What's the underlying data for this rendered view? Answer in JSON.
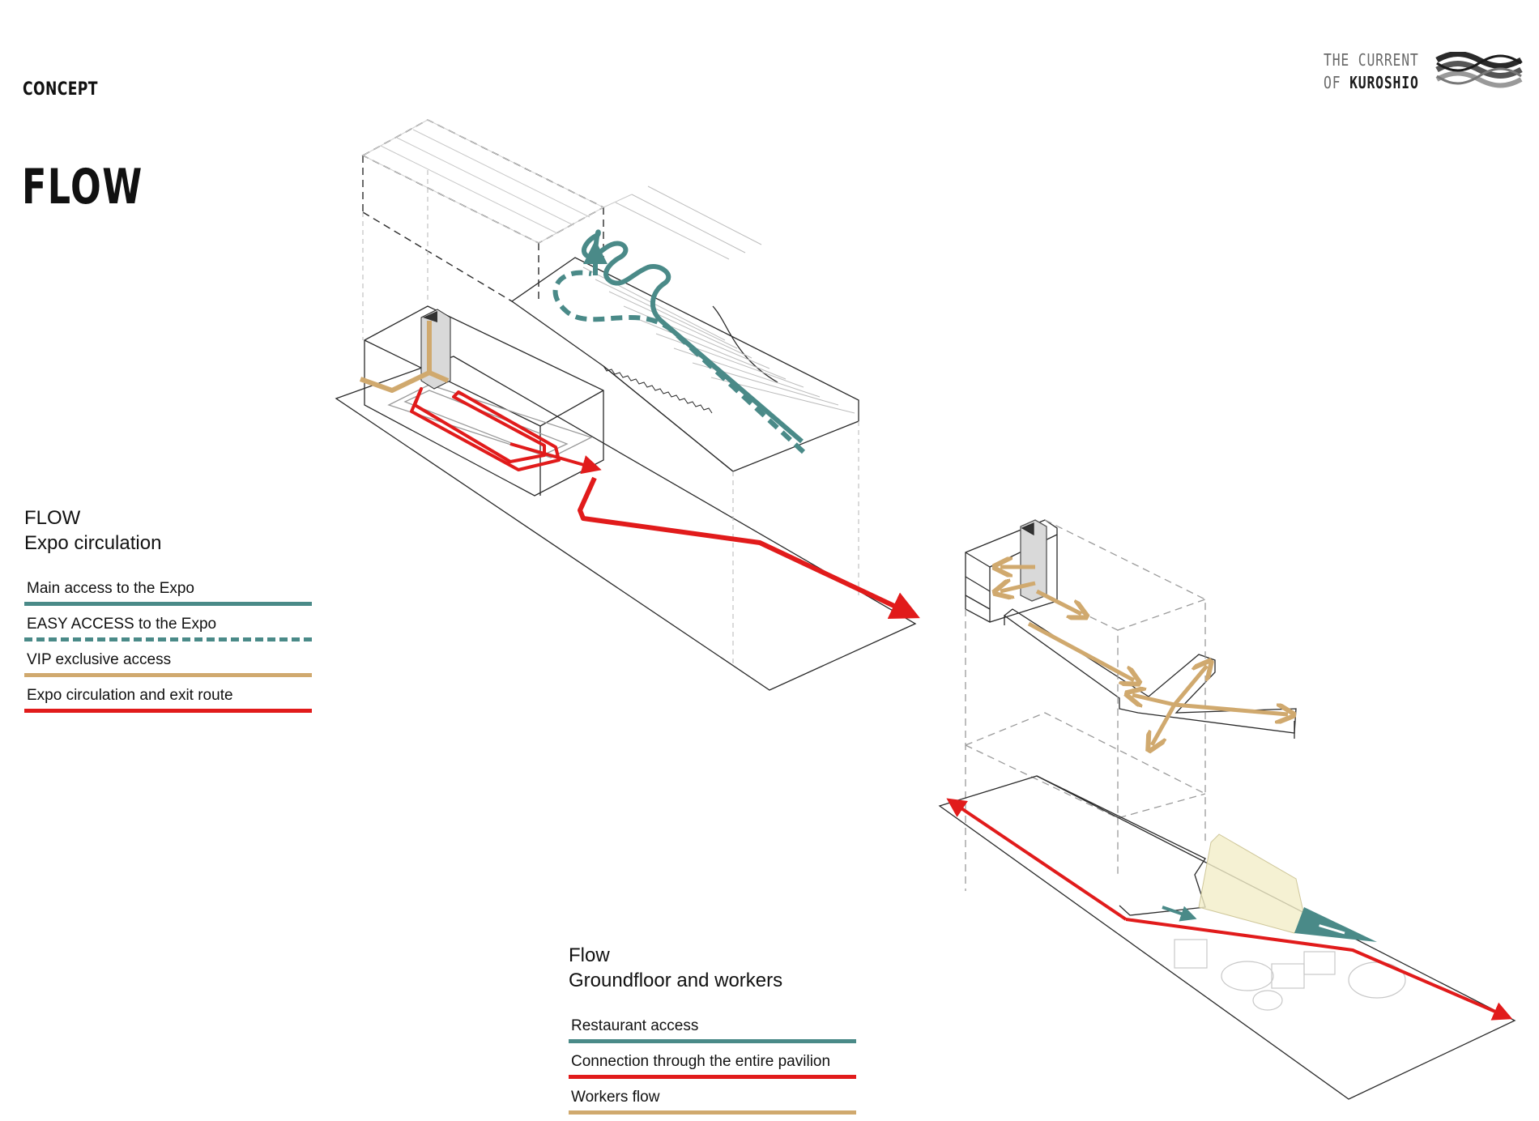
{
  "header": {
    "section_label": "CONCEPT",
    "page_title": "FLOW",
    "brand_line1": "THE CURRENT",
    "brand_line2_prefix": "OF ",
    "brand_line2_bold": "KUROSHIO"
  },
  "colors": {
    "teal": "#4a8a88",
    "tan": "#d0a96e",
    "red": "#e11b1b",
    "line_dark": "#2a2a2a",
    "line_light": "#b5b5b5"
  },
  "legend_expo": {
    "title_line1": "FLOW",
    "title_line2": "Expo circulation",
    "items": [
      {
        "label": "Main access to the Expo",
        "color": "#4a8a88",
        "style": "solid"
      },
      {
        "label": "EASY ACCESS to the Expo",
        "color": "#4a8a88",
        "style": "dashed"
      },
      {
        "label": "VIP exclusive access",
        "color": "#d0a96e",
        "style": "solid"
      },
      {
        "label": "Expo circulation and exit route",
        "color": "#e11b1b",
        "style": "solid"
      }
    ]
  },
  "legend_ground": {
    "title_line1": "Flow",
    "title_line2": "Groundfloor and workers",
    "items": [
      {
        "label": "Restaurant access",
        "color": "#4a8a88",
        "style": "solid"
      },
      {
        "label": "Connection through the entire pavilion",
        "color": "#e11b1b",
        "style": "solid"
      },
      {
        "label": "Workers flow",
        "color": "#d0a96e",
        "style": "solid"
      }
    ]
  }
}
